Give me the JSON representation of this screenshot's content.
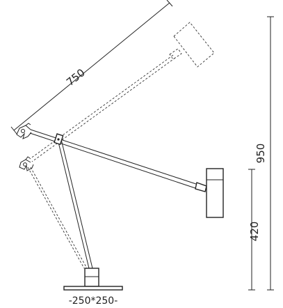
{
  "dimensions": {
    "arm_length": "750",
    "total_height": "950",
    "pivot_height": "420",
    "base_size": "-250*250-"
  },
  "colors": {
    "line": "#222222",
    "background": "#ffffff"
  }
}
